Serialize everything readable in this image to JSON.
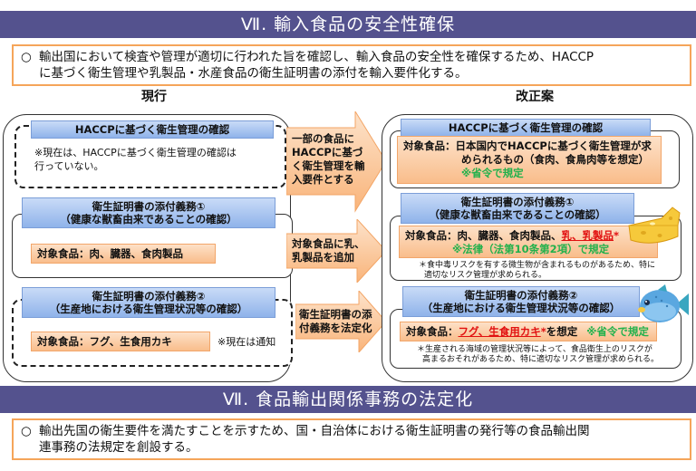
{
  "section7": {
    "title": "Ⅶ. 輸入食品の安全性確保",
    "summary_bullet": "○",
    "summary_line1": "輸出国において検査や管理が適切に行われた旨を確認し、輸入食品の安全性を確保するため、HACCP",
    "summary_line2": "に基づく衛生管理や乳製品・水産食品の衛生証明書の添付を輸入要件化する。"
  },
  "current": {
    "title": "現行",
    "haccp": {
      "heading": "HACCPに基づく衛生管理の確認",
      "note_line1": "※現在は、HACCPに基づく衛生管理の確認は",
      "note_line2": "行っていない。"
    },
    "cert1": {
      "heading_line1": "衛生証明書の添付義務①",
      "heading_line2": "（健康な獣畜由来であることの確認）",
      "target": "対象食品：肉、臓器、食肉製品"
    },
    "cert2": {
      "heading_line1": "衛生証明書の添付義務②",
      "heading_line2": "（生産地における衛生管理状況等の確認）",
      "target": "対象食品：フグ、生食用カキ",
      "note": "※現在は通知"
    }
  },
  "arrows": [
    {
      "line1": "一部の食品に",
      "line2": "HACCPに基づ",
      "line3": "く衛生管理を輸",
      "line4": "入要件とする"
    },
    {
      "line1": "対象食品に乳、",
      "line2": "乳製品を追加"
    },
    {
      "line1": "衛生証明書の添",
      "line2": "付義務を法定化"
    }
  ],
  "proposed": {
    "title": "改正案",
    "haccp": {
      "heading": "HACCPに基づく衛生管理の確認",
      "target_line1": "対象食品：日本国内でHACCPに基づく衛生管理が求",
      "target_line2": "められるもの（食肉、食鳥肉等を想定）",
      "rule": "※省令で規定"
    },
    "cert1": {
      "heading_line1": "衛生証明書の添付義務①",
      "heading_line2": "（健康な獣畜由来であることの確認）",
      "target_prefix": "対象食品：肉、臓器、食肉製品、",
      "target_added": "乳、乳製品",
      "target_mark": "*",
      "rule": "※法律（法第10条第2項）で規定",
      "footnote_line1": "＊食中毒リスクを有する微生物が含まれるものがあるため、特に",
      "footnote_line2": "適切なリスク管理が求められる。"
    },
    "cert2": {
      "heading_line1": "衛生証明書の添付義務②",
      "heading_line2": "（生産地における衛生管理状況等の確認）",
      "target_prefix": "対象食品：",
      "target_items": "フグ、生食用カキ",
      "target_mark": "*",
      "target_suffix": "を想定",
      "rule": "※省令で規定",
      "footnote_line1": "＊生産される海域の管理状況等によって、食品衛生上のリスクが",
      "footnote_line2": "高まるおそれがあるため、特に適切なリスク管理が求められる。"
    }
  },
  "section8": {
    "title": "Ⅶ. 食品輸出関係事務の法定化",
    "summary_bullet": "○",
    "summary_line1": "輸出先国の衛生要件を満たすことを示すため、国・自治体における衛生証明書の発行等の食品輸出関",
    "summary_line2": "連事務の法規定を創設する。"
  },
  "colors": {
    "banner": "#54528e",
    "summary_border": "#f5a55a",
    "red_text": "#e11010",
    "green_text": "#22b14c"
  }
}
